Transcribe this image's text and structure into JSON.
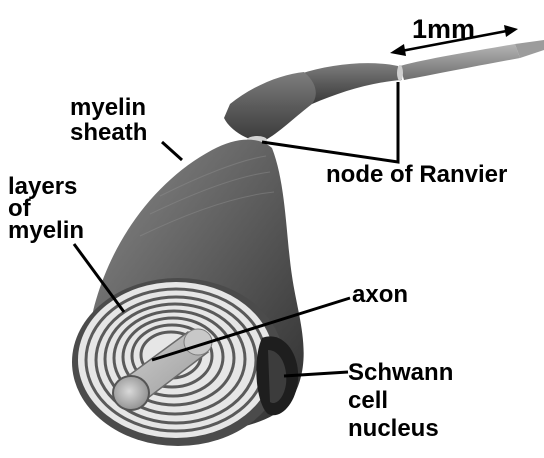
{
  "labels": {
    "scale": "1mm",
    "myelin_sheath": [
      "myelin",
      "sheath"
    ],
    "layers_of_myelin": [
      "layers",
      "of",
      "myelin"
    ],
    "node_of_ranvier": "node of Ranvier",
    "axon": "axon",
    "schwann_cell_nucleus": [
      "Schwann",
      "cell",
      "nucleus"
    ]
  },
  "colors": {
    "ink": "#000000",
    "sheath_dark": "#3a3a3a",
    "sheath_mid": "#6f6f6f",
    "sheath_light": "#a9a9a9",
    "axon": "#bdbdbd",
    "background": "#ffffff"
  }
}
